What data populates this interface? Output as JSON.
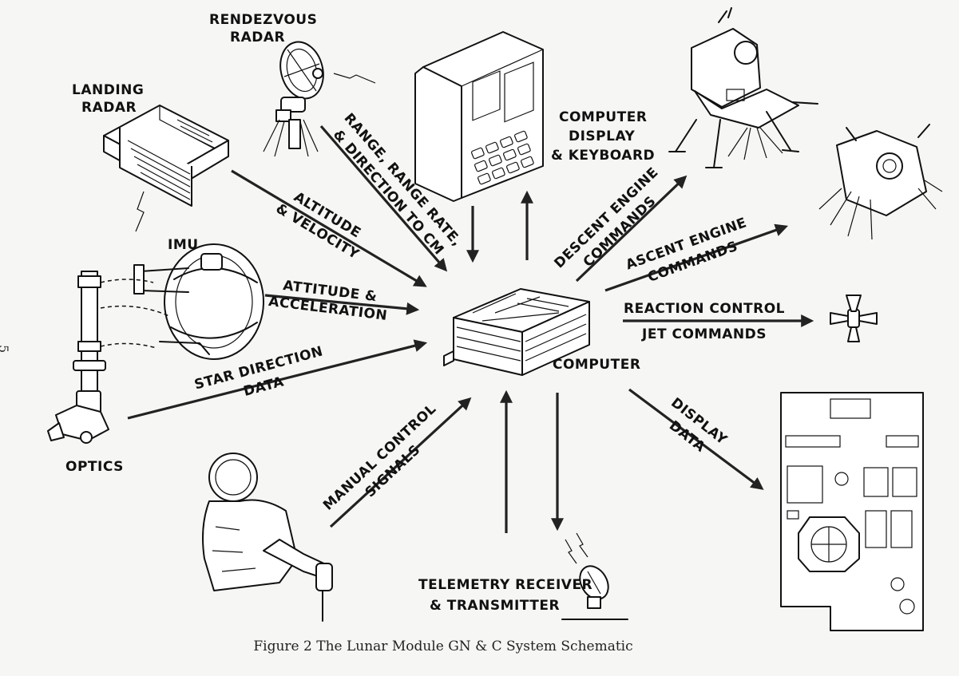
{
  "components": {
    "rendezvous_radar": "RENDEZVOUS",
    "rendezvous_radar_2": "RADAR",
    "landing_radar": "LANDING",
    "landing_radar_2": "RADAR",
    "computer_display": "COMPUTER",
    "computer_display_2": "DISPLAY",
    "computer_display_3": "& KEYBOARD",
    "imu": "IMU",
    "optics": "OPTICS",
    "computer": "COMPUTER",
    "telemetry": "TELEMETRY RECEIVER",
    "telemetry_2": "& TRANSMITTER"
  },
  "signals": {
    "range": "RANGE, RANGE RATE,",
    "range_2": "& DIRECTION TO CM",
    "altitude": "ALTITUDE",
    "altitude_2": "& VELOCITY",
    "attitude": "ATTITUDE &",
    "attitude_2": "ACCELERATION",
    "star": "STAR DIRECTION",
    "star_2": "DATA",
    "manual": "MANUAL CONTROL",
    "manual_2": "SIGNALS",
    "descent": "DESCENT ENGINE",
    "descent_2": "COMMANDS",
    "ascent": "ASCENT ENGINE",
    "ascent_2": "COMMANDS",
    "reaction": "REACTION CONTROL",
    "reaction_2": "JET COMMANDS",
    "display": "DISPLAY",
    "display_2": "DATA"
  },
  "caption": "Figure 2   The Lunar Module GN & C System Schematic",
  "page_number": "5"
}
